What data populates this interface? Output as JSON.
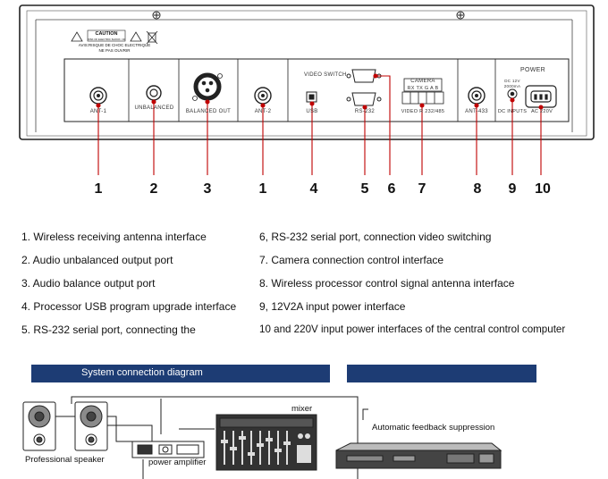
{
  "panel": {
    "caution_title": "CAUTION",
    "caution_sub": "RISK OF ELECTRIC SHOCK / DO NOT OPEN",
    "caution_line1": "AVIS:RISQUE DE CHOC ELECTRIQUE",
    "caution_line2": "NE PAS OUVRIR",
    "ports": {
      "ant1": "ANT-1",
      "unbalanced": "UNBALANCED",
      "balanced_out": "BALANCED OUT",
      "ant2": "ANT-2",
      "video_switch": "VIDEO SWITCH",
      "usb": "USB",
      "rs232": "RS-232",
      "camera": "CAMERA",
      "camera_pins": "RX TX G A B",
      "video_rs": "VIDEO R 232/485",
      "ant433": "ANT-433",
      "power": "POWER",
      "dc_spec1": "DC 12V",
      "dc_spec2": "2000mA",
      "dc_inputs": "DC INPUTS",
      "ac": "AC 220V"
    }
  },
  "callouts": [
    "1",
    "2",
    "3",
    "1",
    "4",
    "5",
    "6",
    "7",
    "8",
    "9",
    "10"
  ],
  "legend": {
    "left": [
      "1. Wireless receiving antenna interface",
      "2. Audio unbalanced output port",
      "3. Audio balance output port",
      "4. Processor USB program upgrade interface",
      "5. RS-232 serial port, connecting the"
    ],
    "right": [
      "6, RS-232 serial port, connection video switching",
      "7. Camera connection control interface",
      "8. Wireless processor control signal antenna interface",
      "9, 12V2A input power interface",
      "10 and 220V input power interfaces of the central control computer"
    ]
  },
  "system": {
    "title": "System connection diagram",
    "mixer": "mixer",
    "feedback": "Automatic feedback suppression",
    "speaker": "Professional speaker",
    "amplifier": "power amplifier"
  },
  "colors": {
    "bar": "#1d3c74",
    "line": "#c00000"
  }
}
